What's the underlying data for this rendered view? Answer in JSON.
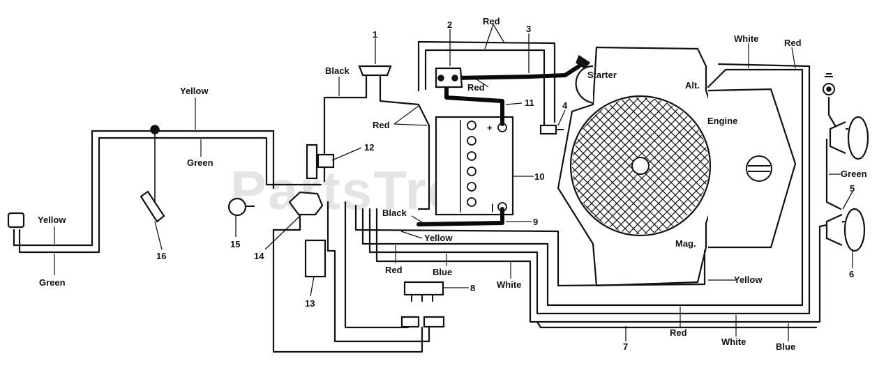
{
  "watermark": "PartsTree",
  "wire_labels": {
    "yellow_top": "Yellow",
    "green_mid": "Green",
    "yellow_left": "Yellow",
    "green_left": "Green",
    "black_top": "Black",
    "red_top": "Red",
    "red_mid": "Red",
    "red_left": "Red",
    "white_top": "White",
    "red_top_right": "Red",
    "green_right": "Green",
    "black_bottom": "Black",
    "yellow_center": "Yellow",
    "red_lower": "Red",
    "blue_lower": "Blue",
    "white_lower": "White",
    "yellow_right": "Yellow",
    "red_bottom": "Red",
    "white_bottom": "White",
    "blue_bottom": "Blue"
  },
  "component_labels": {
    "starter": "Starter",
    "alt": "Alt.",
    "engine": "Engine",
    "mag": "Mag."
  },
  "callouts": [
    "1",
    "2",
    "3",
    "4",
    "5",
    "6",
    "7",
    "8",
    "9",
    "10",
    "11",
    "12",
    "13",
    "14",
    "15",
    "16"
  ],
  "battery_terminals": {
    "positive": "+",
    "negative": "|"
  }
}
